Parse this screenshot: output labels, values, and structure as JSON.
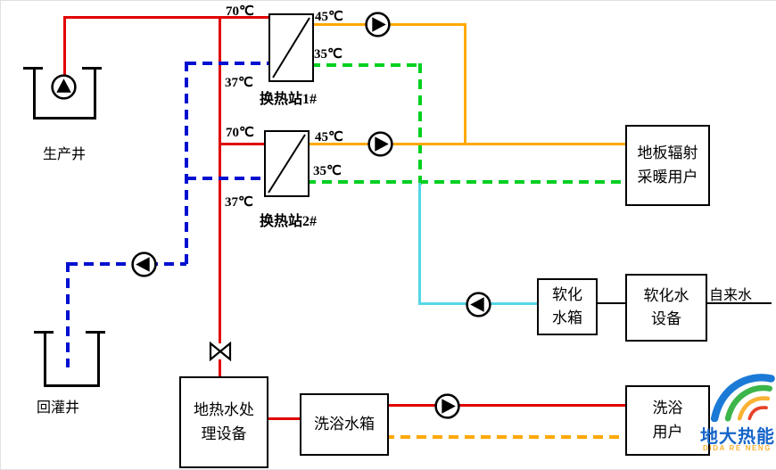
{
  "diagram": {
    "wells": {
      "production": "生产井",
      "reinjection": "回灌井"
    },
    "stations": {
      "hx1": "换热站1#",
      "hx2": "换热站2#"
    },
    "temps": {
      "hx1_in": "70℃",
      "hx1_supply": "45℃",
      "hx1_return": "35℃",
      "hx1_out": "37℃",
      "hx2_in": "70℃",
      "hx2_supply": "45℃",
      "hx2_return": "35℃",
      "hx2_out": "37℃"
    },
    "boxes": {
      "floor_users": {
        "line1": "地板辐射",
        "line2": "采暖用户"
      },
      "soft_tank": {
        "line1": "软化",
        "line2": "水箱"
      },
      "soft_equip": {
        "line1": "软化水",
        "line2": "设备"
      },
      "treatment": {
        "line1": "地热水处",
        "line2": "理设备"
      },
      "bath_tank": {
        "line1": "洗浴水箱"
      },
      "bath_users": {
        "line1": "洗浴",
        "line2": "用户"
      }
    },
    "labels": {
      "tap_water": "自来水"
    },
    "colors": {
      "geothermal_supply": "#e00000",
      "geothermal_return": "#0010d0",
      "heating_supply": "#ffa800",
      "heating_return": "#00d020",
      "makeup_water": "#53d7e6"
    },
    "logo": {
      "name": "地大热能",
      "subtitle": "DIDA RE NENG"
    }
  }
}
